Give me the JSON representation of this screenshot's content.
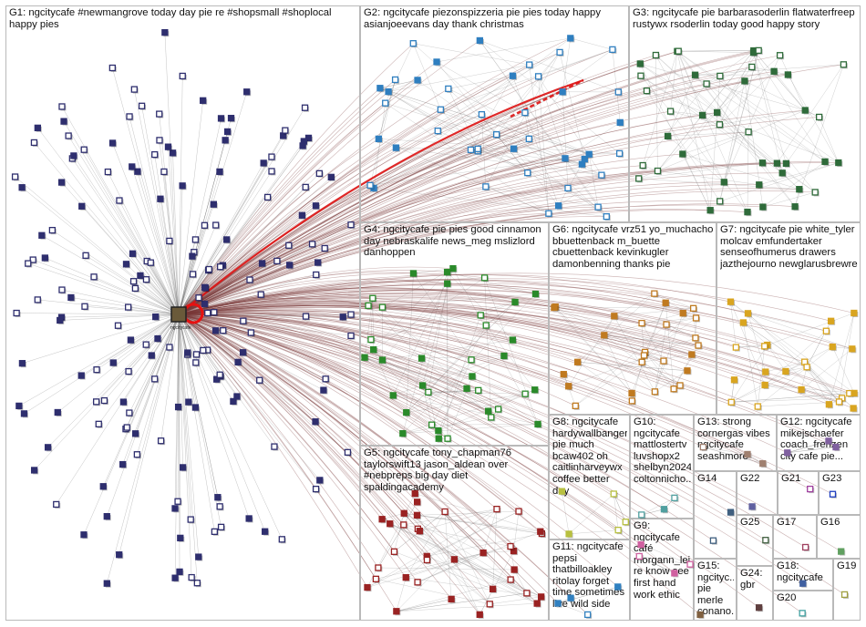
{
  "graph": {
    "hub_label": "ngcitycafe",
    "groups": [
      {
        "id": "G1",
        "label": "G1: ngcitycafe #newmangrove today day pie re #shopsmall #shoplocal happy pies",
        "color": "#2e2e6e"
      },
      {
        "id": "G2",
        "label": "G2: ngcitycafe piezonspizzeria pie pies today happy asianjoeevans day thank christmas",
        "color": "#2f7fc0"
      },
      {
        "id": "G3",
        "label": "G3: ngcitycafe pie barbarasoderlin flatwaterfreep rustywx rsoderlin today good happy story",
        "color": "#2f6b3a"
      },
      {
        "id": "G4",
        "label": "G4: ngcitycafe pie pies good cinnamon day nebraskalife news_meg mslizlord danhoppen",
        "color": "#2a8a2a"
      },
      {
        "id": "G5",
        "label": "G5: ngcitycafe tony_chapman76 taylorswift13 jason_aldean over #nebpreps big day diet spaldingacademy",
        "color": "#9a2222"
      },
      {
        "id": "G6",
        "label": "G6: ngcitycafe vrz51 yo_muchacho bbuettenback m_buette cbuettenback kevinkugler damonbenning thanks pie",
        "color": "#c07a20"
      },
      {
        "id": "G7",
        "label": "G7: ngcitycafe pie white_tyler molcav emfundertaker senseofhumerus drawers jazthejourno newglarusbrewre",
        "color": "#d9a520"
      },
      {
        "id": "G8",
        "label": "G8: ngcitycafe hardywallbanger pie much bcaw402 oh caitlinharveywx coffee better day",
        "color": "#b8c040"
      },
      {
        "id": "G9",
        "label": "G9: ngcitycafe café morgann_lei re know see first hand work ethic",
        "color": "#d060a0"
      },
      {
        "id": "G10",
        "label": "G10: ngcitycafe mattlostertv luvshopx2 shelbyn2024 coltonnicho...",
        "color": "#50a0a0"
      },
      {
        "id": "G11",
        "label": "G11: ngcitycafe pepsi thatbilloakley ritolay forget time sometimes live wild side",
        "color": "#3080c0"
      },
      {
        "id": "G12",
        "label": "G12: ngcitycafe mikejschaefer coach_frenzen city cafe pie...",
        "color": "#8060a0"
      },
      {
        "id": "G13",
        "label": "G13: strong cornergas vibes ngcitycafe seashmore",
        "color": "#a08070"
      },
      {
        "id": "G14",
        "label": "G14",
        "color": "#406080"
      },
      {
        "id": "G15",
        "label": "G15: ngcityc... pie merle conano...",
        "color": "#806040"
      },
      {
        "id": "G16",
        "label": "G16",
        "color": "#60a060"
      },
      {
        "id": "G17",
        "label": "G17",
        "color": "#a04060"
      },
      {
        "id": "G18",
        "label": "G18: ngcitycafe",
        "color": "#4060a0"
      },
      {
        "id": "G19",
        "label": "G19",
        "color": "#a0a040"
      },
      {
        "id": "G20",
        "label": "G20",
        "color": "#40a0a0"
      },
      {
        "id": "G21",
        "label": "G21",
        "color": "#a040a0"
      },
      {
        "id": "G22",
        "label": "G22",
        "color": "#6060a0"
      },
      {
        "id": "G23",
        "label": "G23",
        "color": "#2040c0"
      },
      {
        "id": "G24",
        "label": "G24: gbr",
        "color": "#604040"
      },
      {
        "id": "G25",
        "label": "G25",
        "color": "#406040"
      }
    ]
  }
}
